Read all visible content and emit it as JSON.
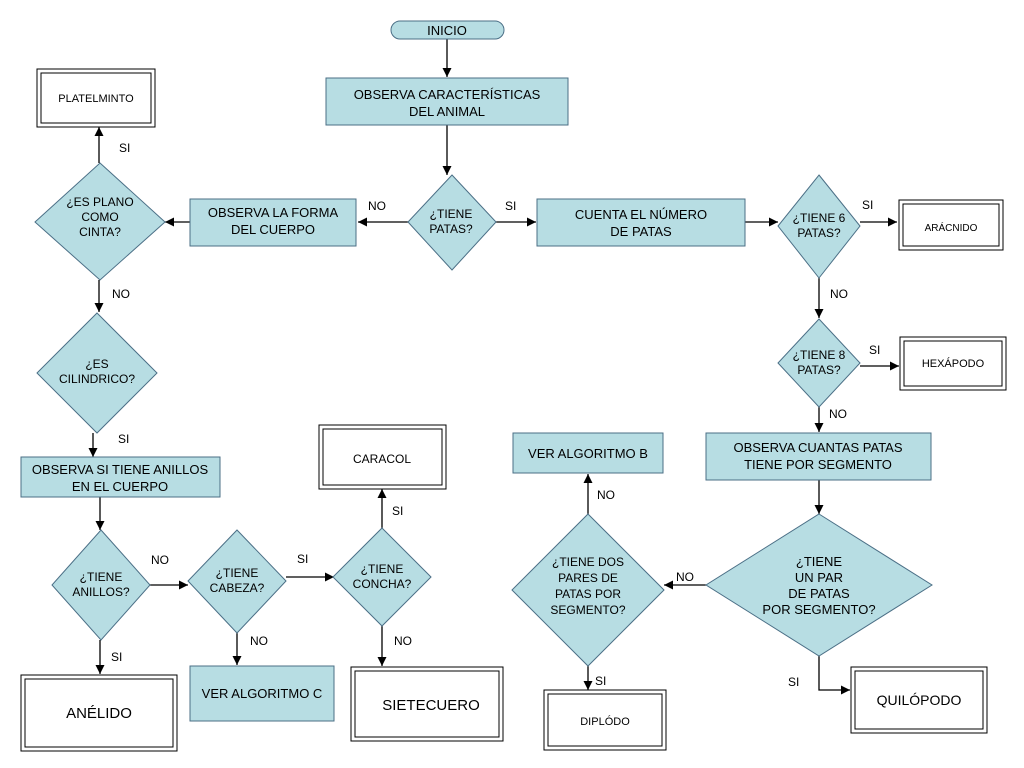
{
  "start": "INICIO",
  "process": {
    "observe_features": [
      "OBSERVA CARACTERÍSTICAS",
      "DEL ANIMAL"
    ],
    "observe_shape": [
      "OBSERVA LA FORMA",
      "DEL CUERPO"
    ],
    "count_legs": [
      "CUENTA EL NÚMERO",
      "DE PATAS"
    ],
    "observe_rings": [
      "OBSERVA SI TIENE ANILLOS",
      "EN EL CUERPO"
    ],
    "observe_legs_segment": [
      "OBSERVA CUANTAS PATAS",
      "TIENE POR SEGMENTO"
    ],
    "algorithm_b": "VER ALGORITMO B",
    "algorithm_c": "VER ALGORITMO C"
  },
  "decisions": {
    "has_legs": [
      "¿TIENE",
      "PATAS?"
    ],
    "flat_ribbon": [
      "¿ES PLANO",
      "COMO",
      "CINTA?"
    ],
    "cylindrical": [
      "¿ES",
      "CILINDRICO?"
    ],
    "six_legs": [
      "¿TIENE 6",
      "PATAS?"
    ],
    "eight_legs": [
      "¿TIENE 8",
      "PATAS?"
    ],
    "has_rings": [
      "¿TIENE",
      "ANILLOS?"
    ],
    "has_head": [
      "¿TIENE",
      "CABEZA?"
    ],
    "has_shell": [
      "¿TIENE",
      "CONCHA?"
    ],
    "two_pairs": [
      "¿TIENE DOS",
      "PARES DE",
      "PATAS POR",
      "SEGMENTO?"
    ],
    "one_pair": [
      "¿TIENE",
      "UN PAR",
      "DE PATAS",
      "POR SEGMENTO?"
    ]
  },
  "results": {
    "platelminto": "PLATELMINTO",
    "aracnido": "ARÁCNIDO",
    "hexapodo": "HEXÁPODO",
    "caracol": "CARACOL",
    "anelido": "ANÉLIDO",
    "sietecuero": "SIETECUERO",
    "diplodo": "DIPLÓDO",
    "quilopodo": "QUILÓPODO"
  },
  "labels": {
    "yes": "SI",
    "no": "NO"
  }
}
